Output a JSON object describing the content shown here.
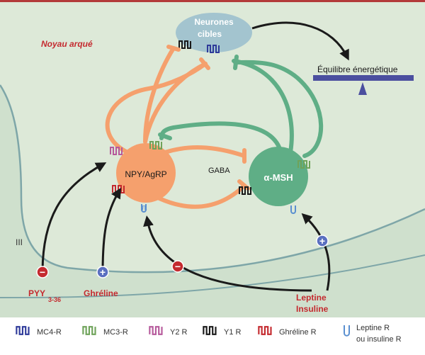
{
  "region_label": "Noyau arqué",
  "ventricle_label": "III",
  "target_neurons": {
    "line1": "Neurones",
    "line2": "cibles"
  },
  "balance_label": "Équilibre énergétique",
  "npy_label": "NPY/AgRP",
  "msh_label": "α-MSH",
  "gaba_label": "GABA",
  "inputs": {
    "pyy": {
      "main": "PYY",
      "sub": "3-36",
      "sign": "−"
    },
    "ghreline": {
      "label": "Ghréline",
      "sign": "+"
    },
    "leptin": {
      "line1": "Leptine",
      "line2": "Insuline",
      "sign_to_npy": "−",
      "sign_to_msh": "+"
    }
  },
  "legend": [
    {
      "label": "MC4-R",
      "color": "#2f3b9a",
      "icon": "mc4r-icon"
    },
    {
      "label": "MC3-R",
      "color": "#6fa35a",
      "icon": "mc3r-icon"
    },
    {
      "label": "Y2 R",
      "color": "#b65a9c",
      "icon": "y2r-icon"
    },
    {
      "label": "Y1 R",
      "color": "#1a1a1a",
      "icon": "y1r-icon"
    },
    {
      "label": "Ghréline R",
      "color": "#c42a2f",
      "icon": "ghrelin-r-icon"
    },
    {
      "label": "Leptine R",
      "label2": "ou insuline R",
      "color": "#5a8fd0",
      "icon": "leptin-r-icon"
    }
  ],
  "colors": {
    "background": "#dde9d8",
    "npy_orange": "#f5a06d",
    "msh_green": "#5fae86",
    "target_blue": "#a3c4cf",
    "balance_bar": "#4b4f9f",
    "red_text": "#c42a2f"
  }
}
